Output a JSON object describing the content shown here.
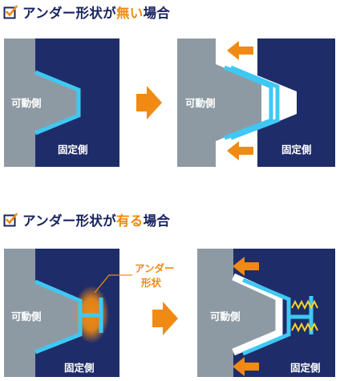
{
  "section1": {
    "title_pre": "アンダー形状が",
    "title_hl": "無い",
    "title_post": "場合",
    "left": {
      "movable": "可動側",
      "fixed": "固定側"
    },
    "right": {
      "movable": "可動側",
      "fixed": "固定側"
    }
  },
  "section2": {
    "title_pre": "アンダー形状が",
    "title_hl": "有る",
    "title_post": "場合",
    "callout_line1": "アンダー",
    "callout_line2": "形状",
    "left": {
      "movable": "可動側",
      "fixed": "固定側"
    },
    "right": {
      "movable": "可動側",
      "fixed": "固定側"
    }
  },
  "colors": {
    "navy": "#1e2d69",
    "gray": "#8e9aa3",
    "cyan": "#3fc8f4",
    "orange": "#f08a12",
    "yellow": "#f2d42a"
  }
}
